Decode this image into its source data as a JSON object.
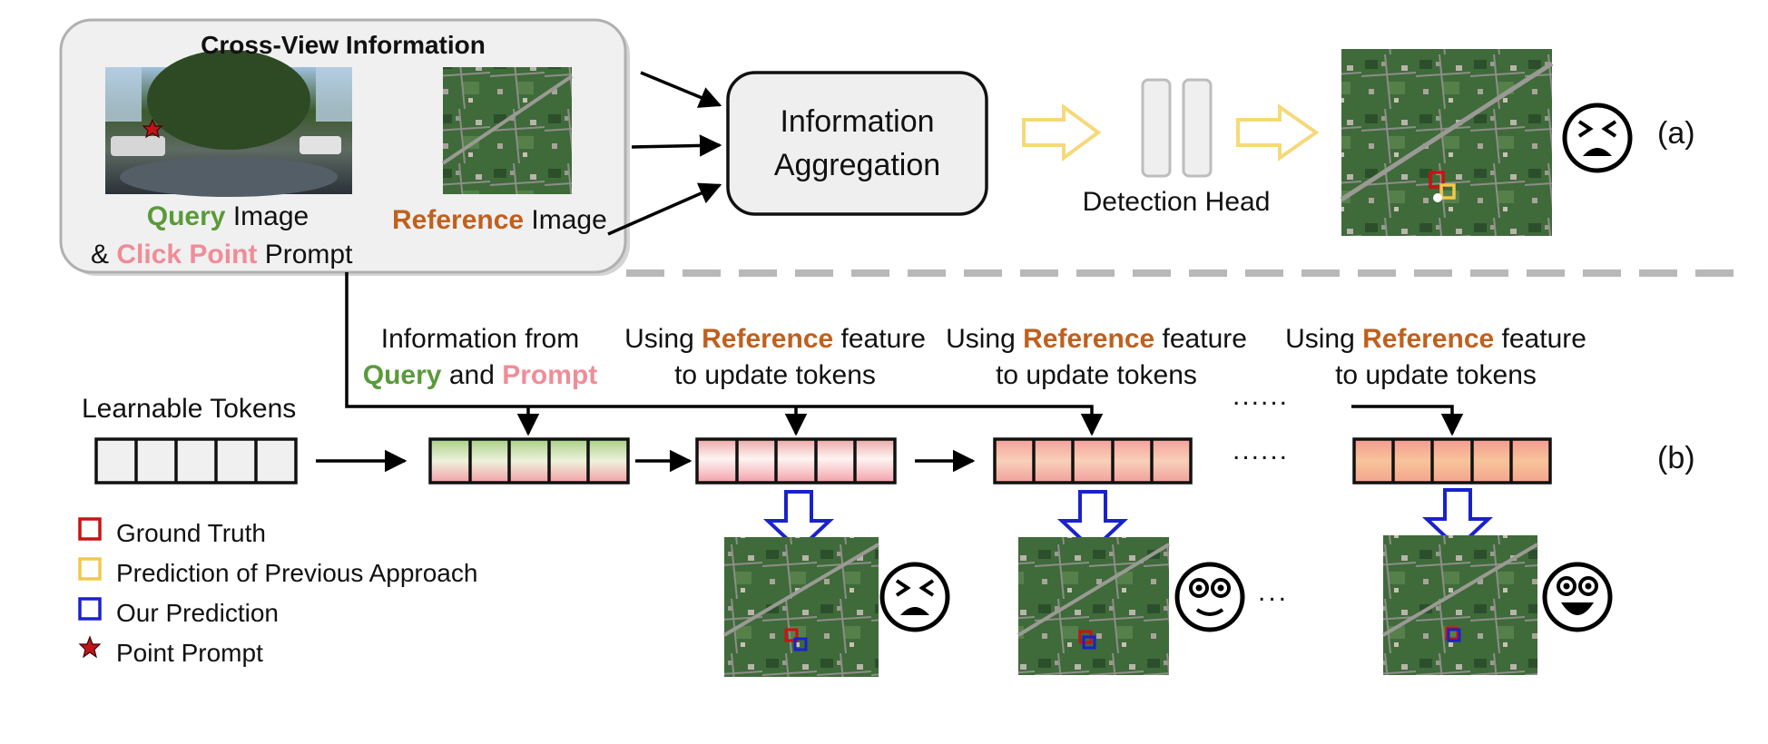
{
  "colors": {
    "query": "#5a9a3a",
    "reference": "#c0601e",
    "click_point": "#f08c98",
    "ground_truth": "#cc1111",
    "previous": "#f2c84a",
    "ours": "#1a22cc",
    "arrow_outline_yellow": "#f5d97a",
    "panel_bg": "#f0f0f0"
  },
  "cross_view": {
    "title": "Cross-View Information",
    "query_word": "Query",
    "image_word": "Image",
    "amp": "&",
    "click_point": "Click Point",
    "prompt_word": "Prompt",
    "reference_word": "Reference",
    "reference_image_word": "Image"
  },
  "aggregation": {
    "line1": "Information",
    "line2": "Aggregation"
  },
  "detection_head": "Detection Head",
  "panel_labels": {
    "a": "(a)",
    "b": "(b)"
  },
  "learnable_tokens": "Learnable Tokens",
  "steps": {
    "info_from_line1": "Information from",
    "query": "Query",
    "and": "and",
    "prompt": "Prompt",
    "using": "Using",
    "reference": "Reference",
    "feature": "feature",
    "update_line": "to update tokens"
  },
  "ellipsis": {
    "top": "......",
    "mid": "......",
    "small": "..."
  },
  "legend": {
    "ground_truth": "Ground Truth",
    "previous": "Prediction of Previous Approach",
    "ours": "Our Prediction",
    "point_prompt": "Point Prompt"
  },
  "icons": {
    "panorama": "street-panorama-image",
    "satellite": "satellite-image",
    "face_bad": "tired-face-icon",
    "face_ok": "smiling-face-icon",
    "face_great": "grinning-face-icon",
    "star": "star-icon"
  }
}
